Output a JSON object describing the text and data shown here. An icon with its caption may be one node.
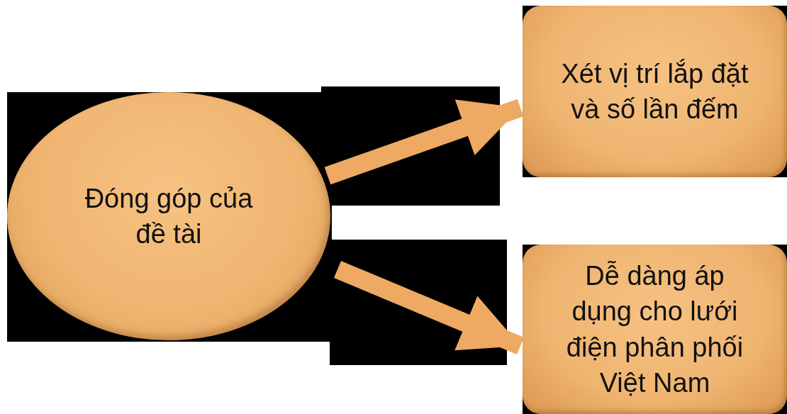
{
  "diagram": {
    "nodes": [
      {
        "text": [
          "Đóng góp của đề tài"
        ]
      },
      {
        "text": [
          "Xét vị trí lắp đặt và số lần đếm"
        ]
      },
      {
        "text": [
          "Dễ dàng áp dụng cho lưới điện phân phối Việt Nam"
        ]
      }
    ],
    "edges": [
      {
        "from": 0,
        "to": 1,
        "arrow": "to"
      },
      {
        "from": 0,
        "to": 2,
        "arrow": "to"
      }
    ]
  }
}
